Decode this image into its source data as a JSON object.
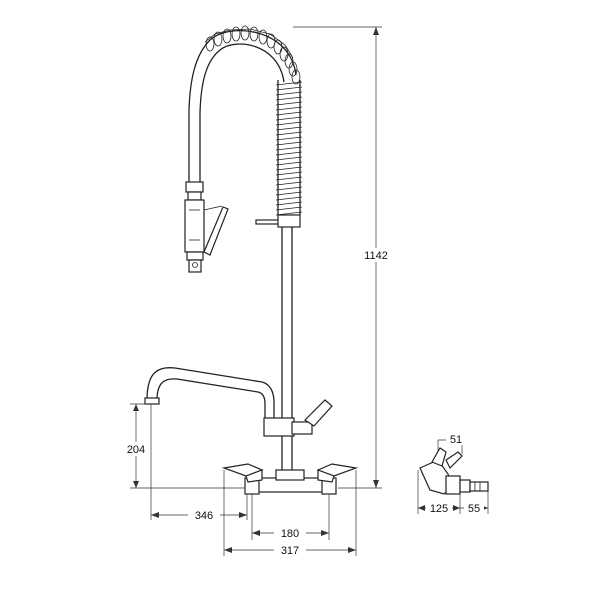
{
  "dimensions": {
    "total_height": "1142",
    "spout_height": "204",
    "spout_reach": "346",
    "tap_centres": "180",
    "overall_width": "317",
    "side_top": "51",
    "side_depth": "125",
    "side_outlet": "55"
  },
  "colors": {
    "line": "#222222",
    "background": "#ffffff"
  },
  "icons": [
    "pre-rinse-faucet-front-view",
    "pre-rinse-faucet-side-view"
  ]
}
